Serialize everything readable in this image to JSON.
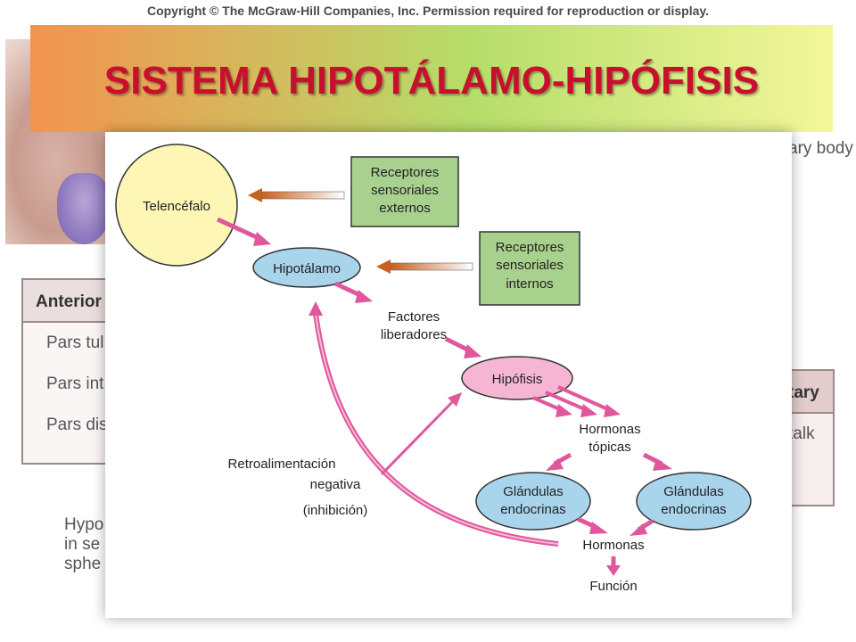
{
  "copyright": "Copyright © The McGraw-Hill Companies, Inc. Permission required for reproduction or display.",
  "title": "SISTEMA HIPOTÁLAMO-HIPÓFISIS",
  "background": {
    "caption_right": "ary body",
    "table_left": {
      "header": "Anterior",
      "rows": [
        "Pars tul",
        "Pars int",
        "Pars dis"
      ]
    },
    "table_right": {
      "header": "tary",
      "rows": [
        "talk"
      ]
    },
    "caption_bottom": [
      "Hypo",
      "in se",
      "sphe"
    ]
  },
  "diagram": {
    "telencefalo": "Telencéfalo",
    "receptores_externos": [
      "Receptores",
      "sensoriales",
      "externos"
    ],
    "receptores_internos": [
      "Receptores",
      "sensoriales",
      "internos"
    ],
    "hipotalamo": "Hipotálamo",
    "factores": [
      "Factores",
      "liberadores"
    ],
    "hipofisis": "Hipófisis",
    "hormonas_topicas": [
      "Hormonas",
      "tópicas"
    ],
    "glandulas_left": [
      "Glándulas",
      "endocrinas"
    ],
    "glandulas_right": [
      "Glándulas",
      "endocrinas"
    ],
    "hormonas": "Hormonas",
    "funcion": "Función",
    "retro": [
      "Retroalimentación",
      "negativa",
      "(inhibición)"
    ],
    "colors": {
      "yellow_node": "#fdf6b4",
      "green_box": "#a9d18e",
      "blue_node": "#a8d5ec",
      "pink_node": "#f6b6d3",
      "pink_arrow": "#e0579c",
      "orange_arrow": "#c8611f"
    }
  }
}
